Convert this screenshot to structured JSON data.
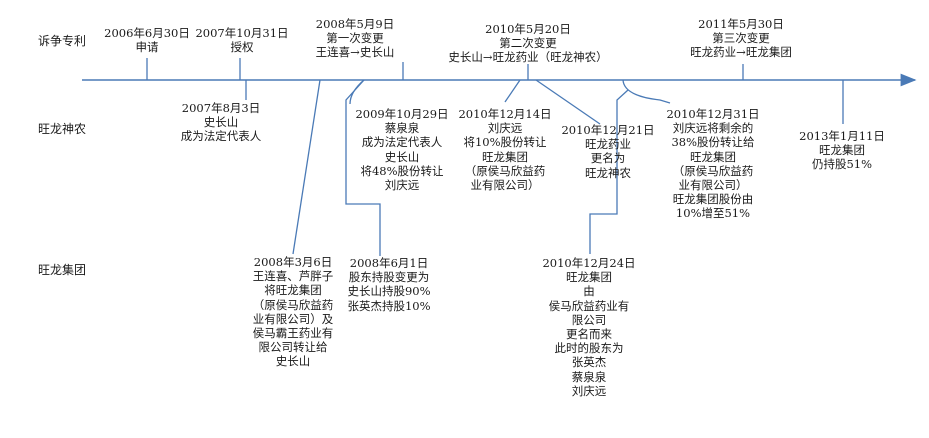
{
  "row_labels": {
    "patent": "诉争专利",
    "shennong": "旺龙神农",
    "group": "旺龙集团"
  },
  "events": {
    "apply_2006": [
      "2006年6月30日",
      "申请"
    ],
    "grant_2007": [
      "2007年10月31日",
      "授权"
    ],
    "change1_2008": [
      "2008年5月9日",
      "第一次变更",
      "王连喜→史长山"
    ],
    "change2_2010": [
      "2010年5月20日",
      "第二次变更",
      "史长山→旺龙药业（旺龙神农）"
    ],
    "change3_2011": [
      "2011年5月30日",
      "第三次变更",
      "旺龙药业→旺龙集团"
    ],
    "rep_2007": [
      "2007年8月3日",
      "史长山",
      "成为法定代表人"
    ],
    "cai_2009": [
      "2009年10月29日",
      "蔡泉泉",
      "成为法定代表人",
      "史长山",
      "将48%股份转让",
      "刘庆远"
    ],
    "liu_2010_1214": [
      "2010年12月14日",
      "刘庆远",
      "将10%股份转让",
      "旺龙集团",
      "（原侯马欣益药",
      "业有限公司）"
    ],
    "rename_2010_1221": [
      "2010年12月21日",
      "旺龙药业",
      "更名为",
      "旺龙神农"
    ],
    "liu_2010_1231": [
      "2010年12月31日",
      "刘庆远将剩余的",
      "38%股份转让给",
      "旺龙集团",
      "（原侯马欣益药",
      "业有限公司）",
      "旺龙集团股份由",
      "10%增至51%"
    ],
    "hold_2013": [
      "2013年1月11日",
      "旺龙集团",
      "仍持股51%"
    ],
    "transfer_2008_0306": [
      "2008年3月6日",
      "王连喜、芦胖子",
      "将旺龙集团",
      "（原侯马欣益药",
      "业有限公司）及",
      "侯马霸王药业有",
      "限公司转让给",
      "史长山"
    ],
    "shareholder_2008_0601": [
      "2008年6月1日",
      "股东持股变更为",
      "史长山持股90%",
      "张英杰持股10%"
    ],
    "group_2010_1224": [
      "2010年12月24日",
      "旺龙集团",
      "由",
      "侯马欣益药业有",
      "限公司",
      "更名而来",
      "此时的股东为",
      "张英杰",
      "蔡泉泉",
      "刘庆远"
    ]
  },
  "colors": {
    "timeline": "#4a7ab6",
    "text": "#1a1a1a"
  }
}
